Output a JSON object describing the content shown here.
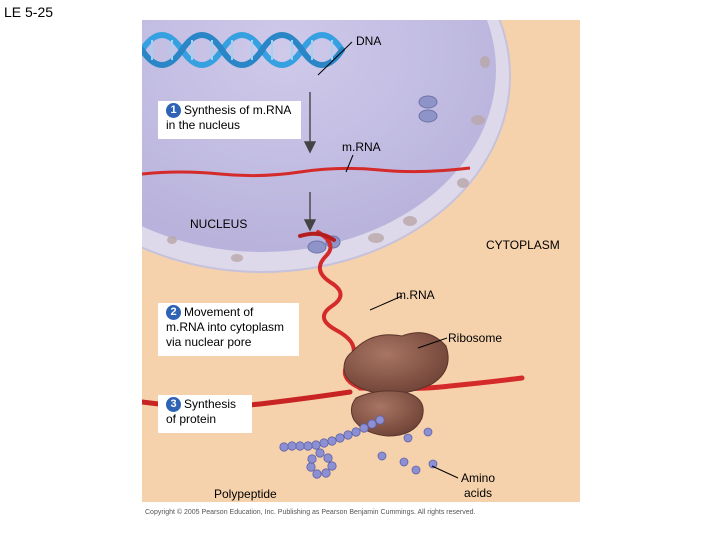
{
  "slide_title": "LE 5-25",
  "labels": {
    "dna": "DNA",
    "mrna_nucleus": "m.RNA",
    "nucleus": "NUCLEUS",
    "cytoplasm": "CYTOPLASM",
    "mrna_cytoplasm": "m.RNA",
    "ribosome": "Ribosome",
    "amino_acids": "Amino\nacids",
    "polypeptide": "Polypeptide"
  },
  "steps": [
    {
      "number": "1",
      "text": "Synthesis of m.RNA in the nucleus"
    },
    {
      "number": "2",
      "text": "Movement of m.RNA into cytoplasm via nuclear pore"
    },
    {
      "number": "3",
      "text": "Synthesis of protein"
    }
  ],
  "copyright": "Copyright © 2005 Pearson Education, Inc. Publishing as Pearson Benjamin Cummings. All rights reserved.",
  "colors": {
    "cytoplasm": "#f6d2ac",
    "nucleus": "#c1bce0",
    "envelope": "#ddd9ea",
    "rna": "#d42a2a",
    "dna": "#37a0e0",
    "ribosome": "#8c5a4a",
    "amino_acid": "#8c8fd2",
    "step_badge": "#2d62b5"
  }
}
